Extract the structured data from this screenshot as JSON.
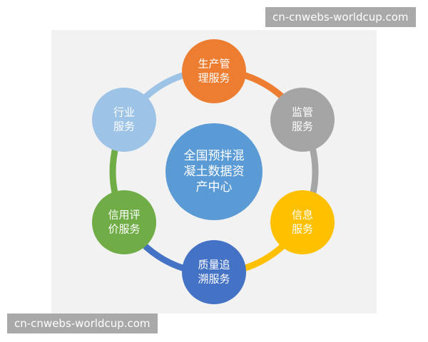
{
  "watermark": {
    "top": "cn-cnwebs-worldcup.com",
    "bottom": "cn-cnwebs-worldcup.com"
  },
  "center": {
    "lines": [
      "全国预拌混",
      "凝土数据资",
      "产中心"
    ],
    "color": "#5b9bd5"
  },
  "nodes": [
    {
      "id": "production",
      "lines": [
        "生产管",
        "理服务"
      ],
      "color": "#ed7d31"
    },
    {
      "id": "supervision",
      "lines": [
        "监管",
        "服务"
      ],
      "color": "#a5a5a5"
    },
    {
      "id": "information",
      "lines": [
        "信息",
        "服务"
      ],
      "color": "#ffc000"
    },
    {
      "id": "quality",
      "lines": [
        "质量追",
        "溯服务"
      ],
      "color": "#4472c4"
    },
    {
      "id": "credit",
      "lines": [
        "信用评",
        "价服务"
      ],
      "color": "#70ad47"
    },
    {
      "id": "industry",
      "lines": [
        "行业",
        "服务"
      ],
      "color": "#9dc3e6"
    }
  ]
}
